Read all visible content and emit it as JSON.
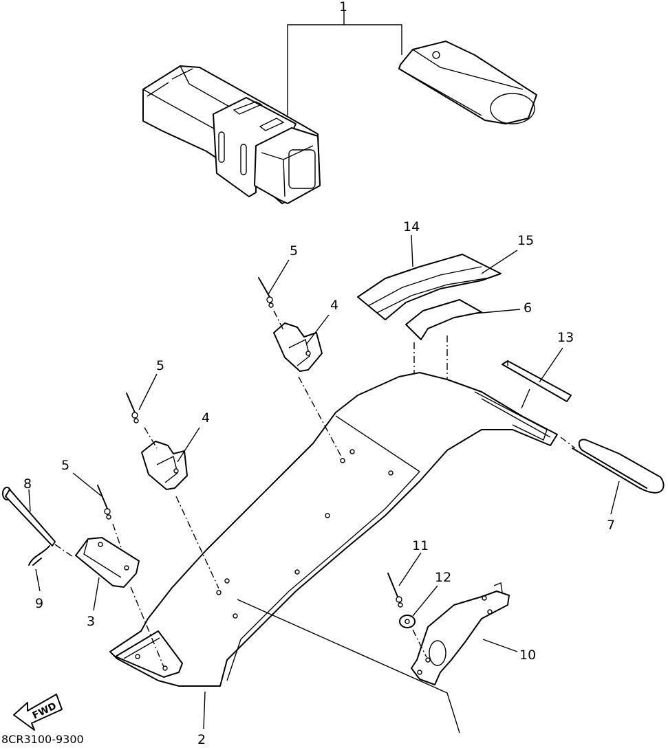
{
  "diagram": {
    "reference_code": "8CR3100-9300",
    "direction_arrow": "FWD",
    "callouts": [
      "1",
      "2",
      "3",
      "4",
      "4",
      "5",
      "5",
      "5",
      "6",
      "7",
      "8",
      "9",
      "10",
      "11",
      "12",
      "13",
      "14",
      "15"
    ]
  }
}
